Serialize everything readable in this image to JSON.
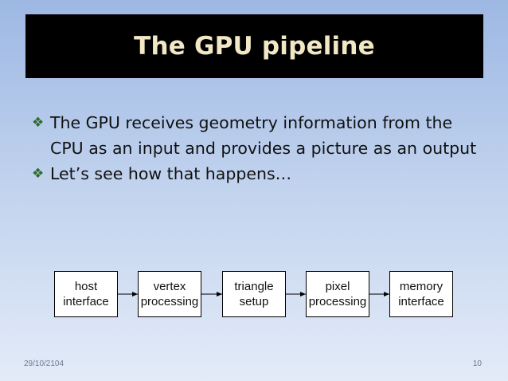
{
  "slide": {
    "title": "The GPU pipeline",
    "bullets": [
      "The GPU receives geometry information from the CPU as an input and provides a picture as an output",
      "Let’s see how that happens…"
    ],
    "bullet_icon": "diamond-bullet-icon",
    "colors": {
      "title_bar": "#000000",
      "title_text": "#f3e8c5",
      "bullet_icon": "#2e6d2b",
      "background_top": "#9db8e3",
      "background_bottom": "#e3ebf8"
    }
  },
  "diagram": {
    "stages": [
      "host\ninterface",
      "vertex\nprocessing",
      "triangle\nsetup",
      "pixel\nprocessing",
      "memory\ninterface"
    ],
    "connections": [
      [
        "host\ninterface",
        "vertex\nprocessing"
      ],
      [
        "vertex\nprocessing",
        "triangle\nsetup"
      ],
      [
        "triangle\nsetup",
        "pixel\nprocessing"
      ],
      [
        "pixel\nprocessing",
        "memory\ninterface"
      ]
    ]
  },
  "footer": {
    "date": "29/10/2104",
    "page_number": "10"
  }
}
